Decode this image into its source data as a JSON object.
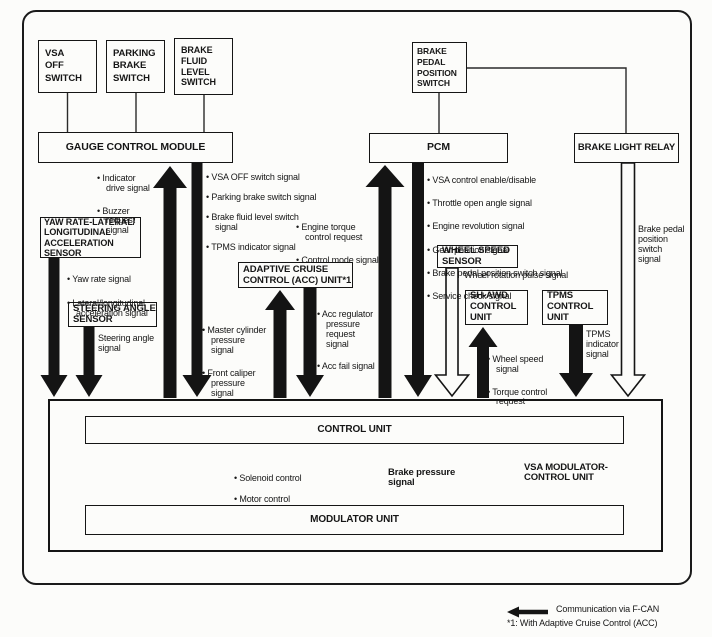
{
  "diagram": {
    "boxes": {
      "vsa_off_switch": "VSA\nOFF\nSWITCH",
      "parking_brake_switch": "PARKING\nBRAKE\nSWITCH",
      "brake_fluid_level_switch": "BRAKE\nFLUID\nLEVEL\nSWITCH",
      "gauge_control_module": "GAUGE CONTROL MODULE",
      "brake_pedal_position_switch": "BRAKE\nPEDAL\nPOSITION\nSWITCH",
      "pcm": "PCM",
      "brake_light_relay": "BRAKE LIGHT RELAY",
      "yaw_rate_sensor": "YAW RATE-LATERAL/\nLONGITUDINAL\nACCELERATION\nSENSOR",
      "steering_angle_sensor": "STEERING ANGLE\nSENSOR",
      "acc_unit": "ADAPTIVE CRUISE\nCONTROL (ACC) UNIT*1",
      "wheel_speed_sensor": "WHEEL SPEED\nSENSOR",
      "sh_awd_control_unit": "SH-AWD\nCONTROL\nUNIT",
      "tpms_control_unit": "TPMS\nCONTROL\nUNIT",
      "control_unit": "CONTROL UNIT",
      "modulator_unit": "MODULATOR UNIT",
      "vsa_modulator_label": "VSA MODULATOR-\nCONTROL UNIT"
    },
    "annotations": {
      "gauge_up": [
        "• Indicator\ndrive signal",
        "• Buzzer\nrequest signal"
      ],
      "gauge_down": [
        "• VSA OFF switch signal",
        "• Parking brake switch signal",
        "• Brake fluid level switch signal",
        "• TPMS indicator signal"
      ],
      "yaw": [
        "• Yaw rate signal",
        "• Lateral/longitudinal\nacceleration signal"
      ],
      "steering": "Steering angle\nsignal",
      "acc_top": [
        "• Engine torque\ncontrol request",
        "• Control mode signal"
      ],
      "acc_up": [
        "• Master cylinder\npressure signal",
        "• Front caliper\npressure signal"
      ],
      "acc_down": [
        "• Acc regulator\npressure\nrequest signal",
        "• Acc fail signal"
      ],
      "pcm_down": [
        "• VSA control enable/disable",
        "• Throttle open angle signal",
        "• Engine revolution signal",
        "• Gear position signal",
        "• Brake pedal position switch signal",
        "• Service check signal"
      ],
      "wheel_rotation": "Wheel rotation pulse signal",
      "sh_awd_up": [
        "• Wheel speed\nsignal",
        "• Torque control\nrequest"
      ],
      "tpms": "TPMS\nindicator\nsignal",
      "brake_pedal_signal": "Brake pedal\nposition\nswitch\nsignal",
      "solenoid": [
        "• Solenoid control",
        "• Motor control"
      ],
      "brake_pressure": "Brake pressure\nsignal"
    },
    "legend": {
      "fcan": "Communication via F-CAN",
      "note1": "*1: With Adaptive Cruise Control (ACC)"
    },
    "colors": {
      "ink": "#141414",
      "paper": "#fcfcfa"
    }
  }
}
